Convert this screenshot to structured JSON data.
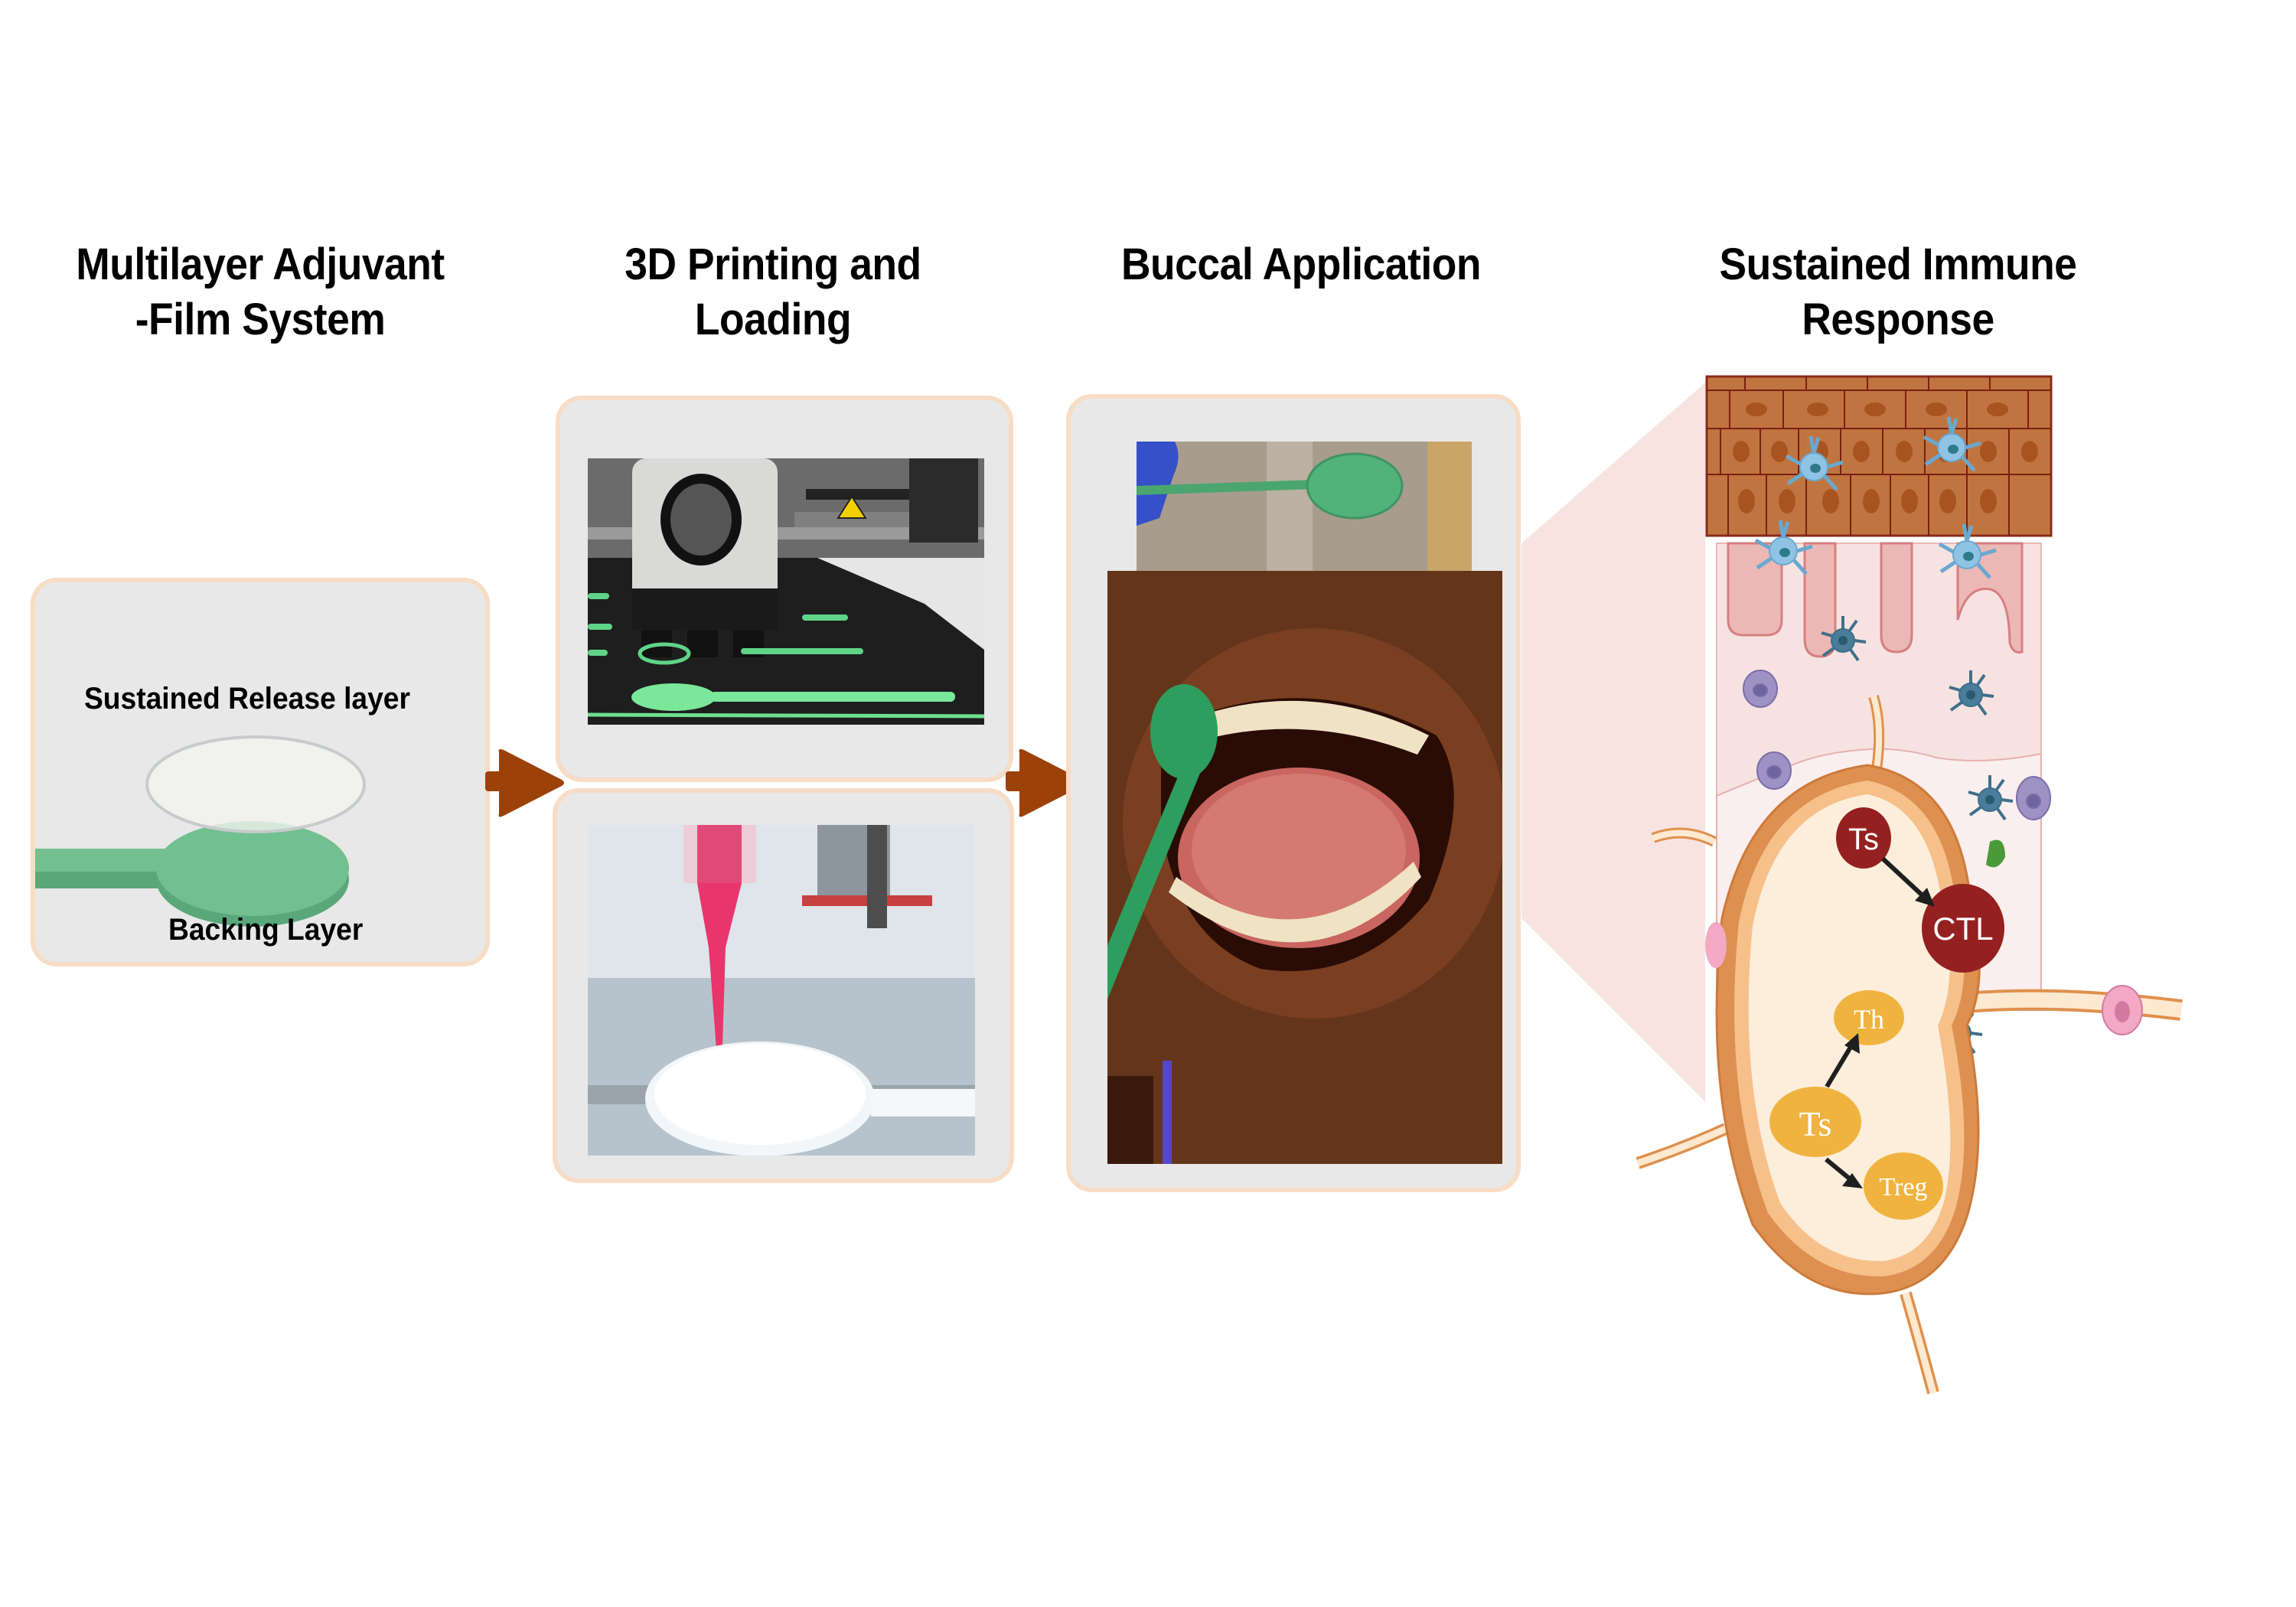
{
  "steps": [
    {
      "title_line1": "Multilayer Adjuvant",
      "title_line2": "-Film System"
    },
    {
      "title_line1": "3D Printing and",
      "title_line2": "Loading"
    },
    {
      "title_line1": "Buccal Application",
      "title_line2": ""
    },
    {
      "title_line1": "Sustained Immune",
      "title_line2": "Response"
    }
  ],
  "film_panel": {
    "top_layer_label": "Sustained Release layer",
    "bottom_layer_label": "Backing Layer"
  },
  "immune_cells": {
    "ts_red": "Ts",
    "ctl": "CTL",
    "th": "Th",
    "ts_yellow": "Ts",
    "treg": "Treg"
  },
  "colors": {
    "arrow": "#9c4209",
    "panel_border": "#f7dcc6",
    "panel_fill": "#e8e8e8",
    "film_green": "#72bf90",
    "cytotoxic_red": "#952020",
    "helper_yellow": "#f0b340",
    "epithelium": "#c07540",
    "lymph_capsule": "#de9050"
  }
}
